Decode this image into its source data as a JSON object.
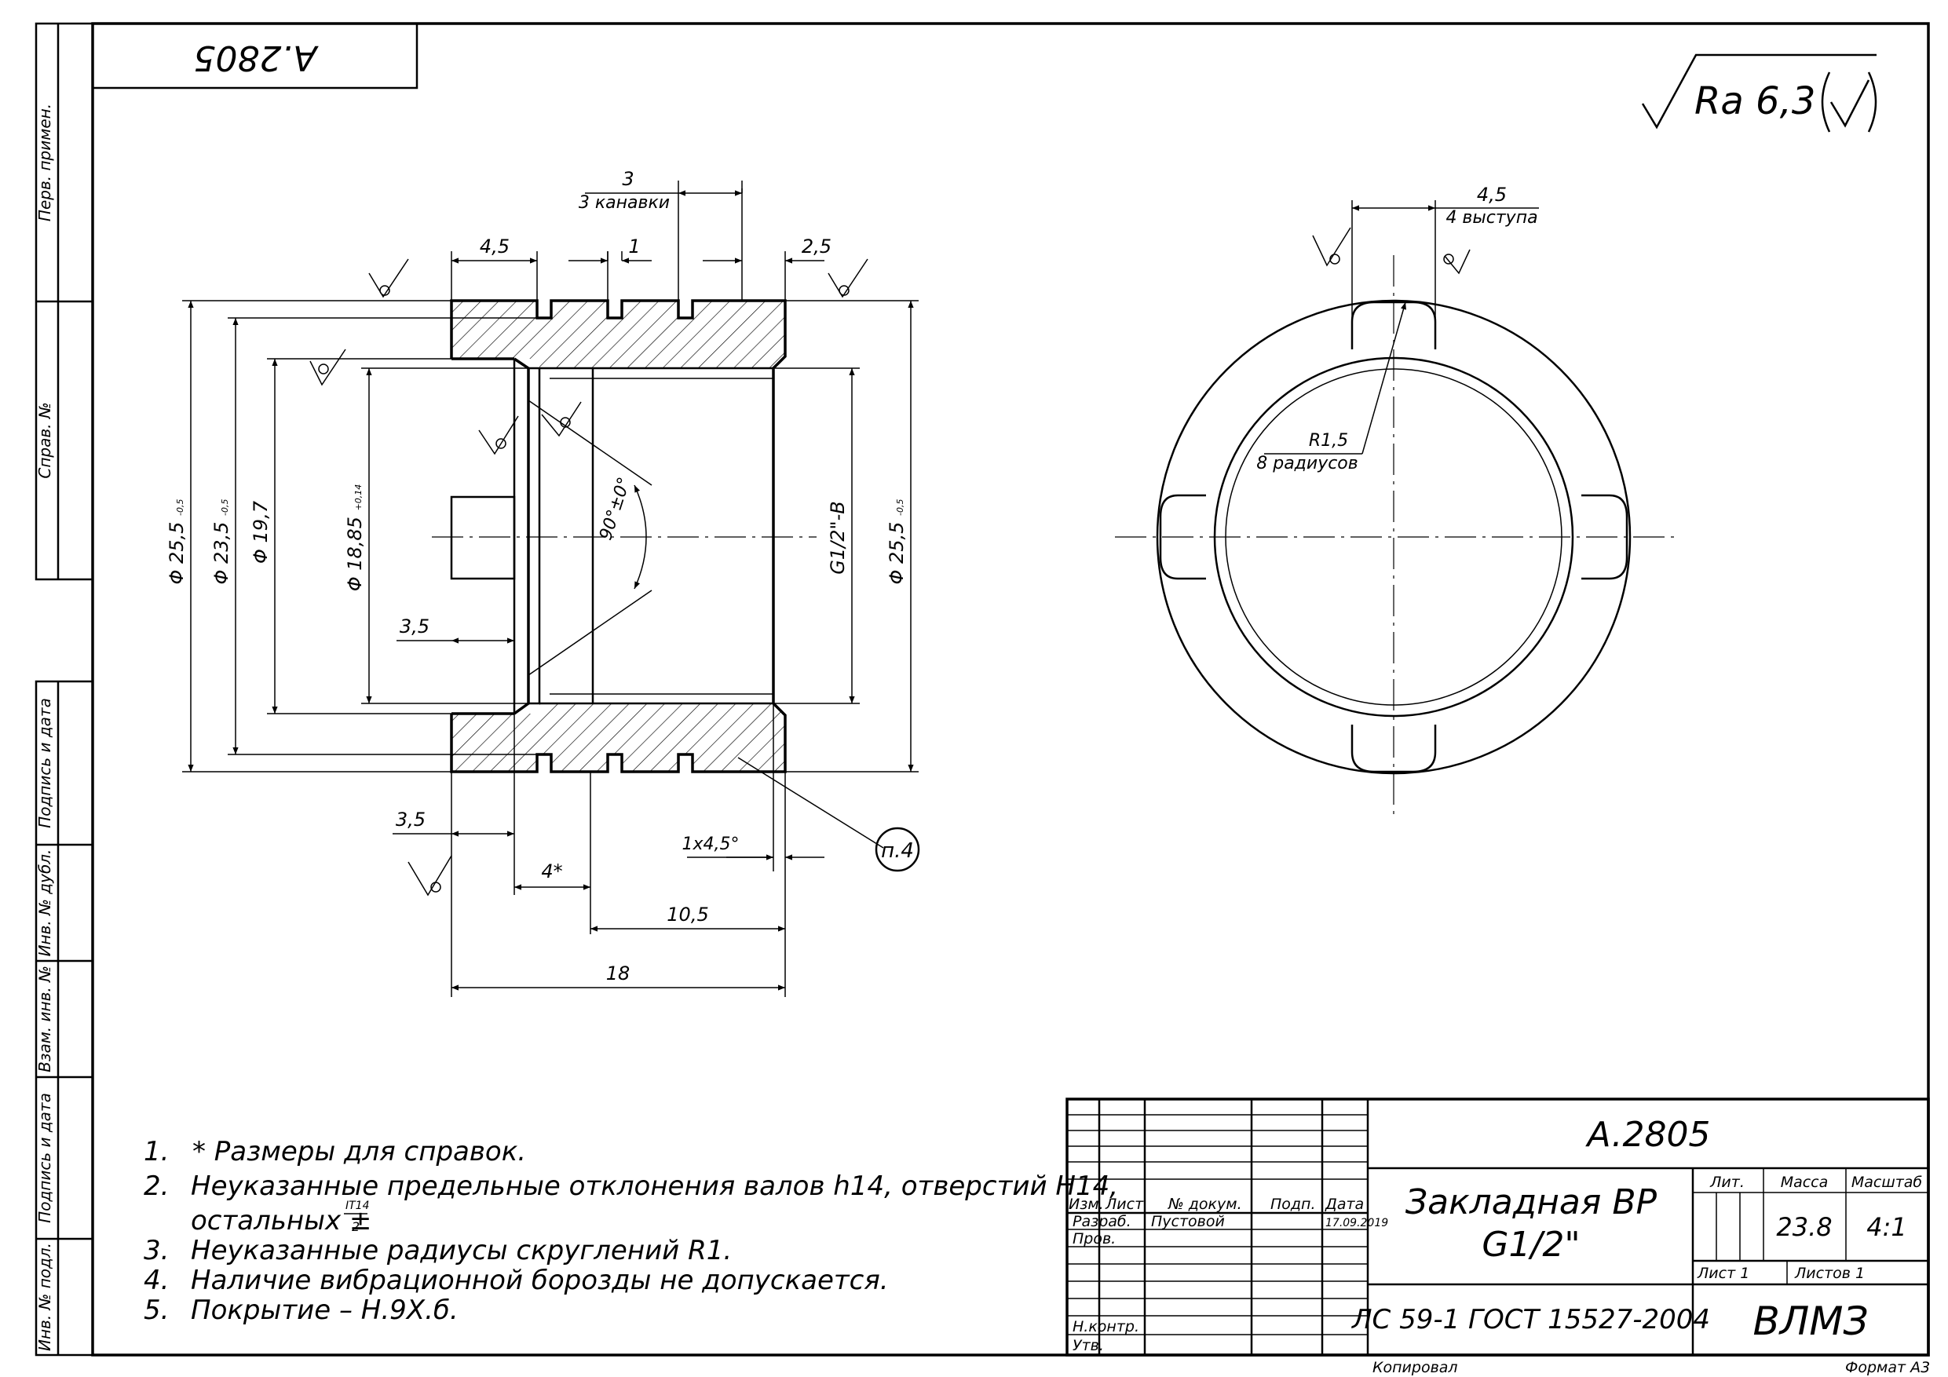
{
  "designation": "A.2805",
  "designation_stamp": "A.2805",
  "roughness": {
    "symbol": "Ra",
    "value": "6,3"
  },
  "side_labels": [
    "Перв. примен.",
    "Справ. №",
    "Подпись и дата",
    "Инв. № дубл.",
    "Взам. инв. №",
    "Подпись и дата",
    "Инв. № подл."
  ],
  "dims": {
    "grooves": "3",
    "grooves_note": "3 канавки",
    "d4_5": "4,5",
    "d1": "1",
    "d2_5": "2,5",
    "d3_5_inner": "3,5",
    "d3_5_lower": "3,5",
    "d4_star": "4*",
    "d10_5": "10,5",
    "d18": "18",
    "chamfer": "1x4,5°",
    "angle": "90°±0°",
    "dia_25_5_left": "Φ 25,5",
    "dia_25_5_left_tol": "-0,5",
    "dia_23_5": "Φ 23,5",
    "dia_23_5_tol": "-0,5",
    "dia_19_7": "Φ 19,7",
    "dia_18_85": "Φ 18,85",
    "dia_18_85_tol": "+0,14",
    "thread": "G1/2\"-B",
    "dia_25_5_right": "Φ 25,5",
    "dia_25_5_right_tol": "-0,5",
    "callout": "п.4",
    "lugs": "4,5",
    "lugs_note": "4 выступа",
    "radius": "R1,5",
    "radius_note": "8 радиусов"
  },
  "notes": [
    {
      "num": "1.",
      "text": "* Размеры для справок."
    },
    {
      "num": "2.",
      "text": "Неуказанные предельные отклонения валов h14, отверстий H14,"
    },
    {
      "num": "",
      "text": "остальных ±",
      "frac_top": "IT14",
      "frac_bottom": "2"
    },
    {
      "num": "3.",
      "text": "Неуказанные радиусы скруглений R1."
    },
    {
      "num": "4.",
      "text": "Наличие вибрационной борозды не допускается."
    },
    {
      "num": "5.",
      "text": "Покрытие – Н.9Х.б."
    }
  ],
  "title_block": {
    "designation": "A.2805",
    "name_line1": "Закладная ВР",
    "name_line2": "G1/2\"",
    "col_headers": [
      "Изм.",
      "Лист",
      "№ докум.",
      "Подп.",
      "Дата"
    ],
    "date": "17.09.2019",
    "rows": [
      {
        "role": "Разраб.",
        "name": "Пустовой"
      },
      {
        "role": "Пров.",
        "name": ""
      },
      {
        "role": "Н.контр.",
        "name": ""
      },
      {
        "role": "Утв.",
        "name": ""
      }
    ],
    "lit_label": "Лит.",
    "mass_label": "Масса",
    "scale_label": "Масштаб",
    "mass": "23.8",
    "scale": "4:1",
    "sheet": "Лист 1",
    "sheets": "Листов 1",
    "material": "ЛС 59-1 ГОСТ 15527-2004",
    "organization": "ВЛМЗ"
  },
  "footer": {
    "copied": "Копировал",
    "format": "Формат А3"
  }
}
